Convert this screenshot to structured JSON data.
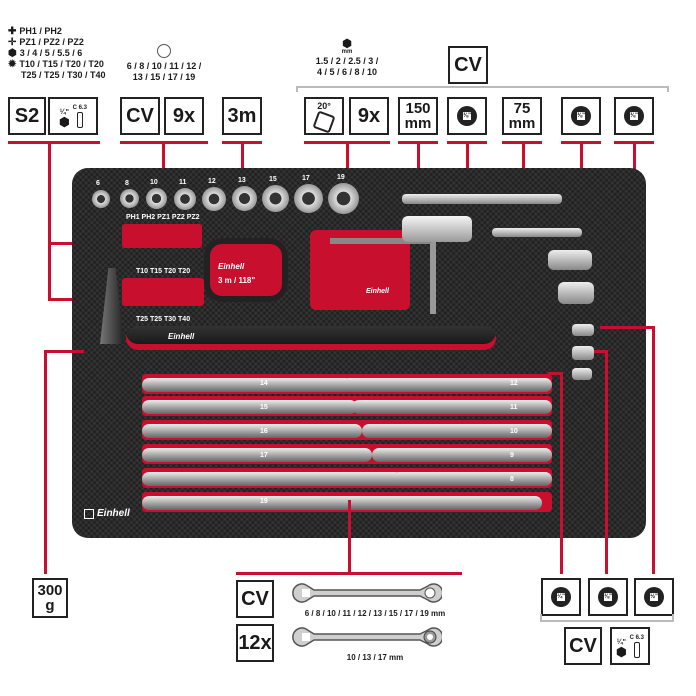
{
  "bits_legend": {
    "lines": [
      "PH1 / PH2",
      "PZ1 / PZ2 / PZ2",
      "3 / 4 / 5 / 5.5 / 6",
      "T10 / T15 / T20 / T20",
      "T25 / T25 / T30 / T40"
    ]
  },
  "sockets_legend": {
    "lines": [
      "6 / 8 / 10 / 11 / 12 /",
      "13 / 15 / 17 / 19"
    ]
  },
  "hex_legend": {
    "unit": "mm",
    "lines": [
      "1.5 / 2 / 2.5 / 3 /",
      "4 / 5 / 6 / 8 / 10"
    ]
  },
  "badges": {
    "s2": "S2",
    "bit_drive": "¼\"",
    "bit_hex": "C 6.3",
    "cv_sockets": "CV",
    "sockets_count": "9x",
    "tape": "3m",
    "angle": "20°",
    "hex_count": "9x",
    "ext150": "150 mm",
    "drive_38_a": "⅜\"",
    "ext75": "75 mm",
    "drive_38_b": "⅜\"",
    "drive_38_c": "⅜\"",
    "cv_top": "CV",
    "hammer_weight": "300 g",
    "wrench_cv": "CV",
    "wrench_count": "12x",
    "adapter_14": "¼\"",
    "adapter_38": "⅜\"",
    "adapter_12": "½\"",
    "cv_bottom": "CV",
    "bottom_drive": "¼\"",
    "bottom_hex": "C 6.3"
  },
  "wrench_sizes": {
    "combination": "6 / 8 / 10 / 11 / 12 / 13 / 15 / 17 / 19 mm",
    "ratchet": "10 / 13 / 17 mm"
  },
  "tray": {
    "socket_labels": [
      "6",
      "8",
      "10",
      "11",
      "12",
      "13",
      "15",
      "17",
      "19"
    ],
    "bit_labels_top": "PH1 PH2 PZ1 PZ2 PZ2",
    "bit_labels_mid": "T10 T15 T20 T20",
    "bit_labels_bot": "T25 T25 T30 T40",
    "brand": "Einhell",
    "tape_label": "3 m / 118\"",
    "wrench_labels_left": [
      "14",
      "15",
      "16",
      "17",
      "19"
    ],
    "wrench_labels_right": [
      "12",
      "11",
      "10",
      "9",
      "8"
    ]
  },
  "colors": {
    "brand_red": "#c8102e",
    "tray_dark": "#2a2a2a",
    "badge_border": "#222222"
  }
}
